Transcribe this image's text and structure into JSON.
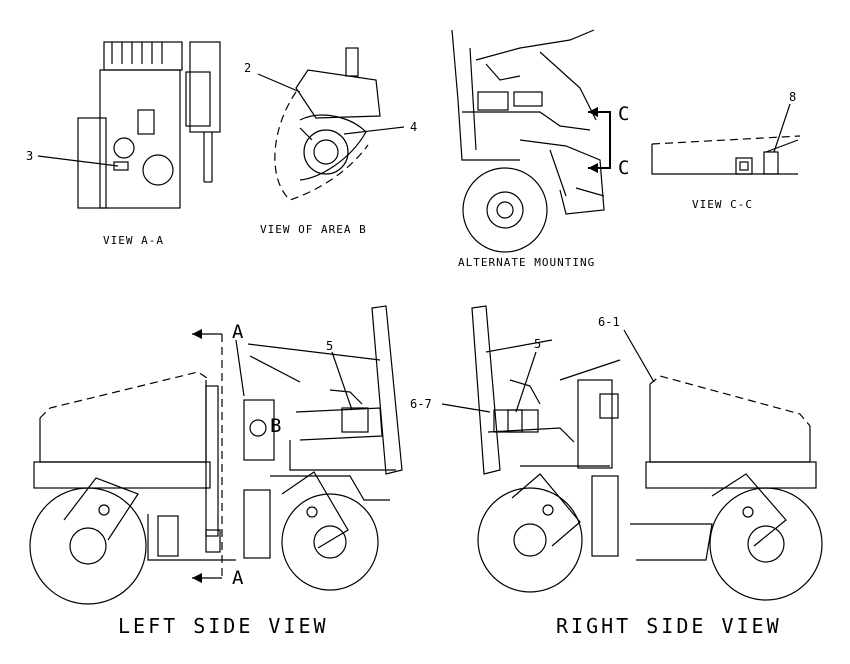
{
  "views": {
    "view_a_a": "VIEW A-A",
    "view_area_b": "VIEW OF AREA B",
    "alternate_mounting": "ALTERNATE MOUNTING",
    "view_c_c": "VIEW C-C",
    "left_side_view": "LEFT SIDE VIEW",
    "right_side_view": "RIGHT SIDE VIEW"
  },
  "callouts": {
    "c2": "2",
    "c3": "3",
    "c4": "4",
    "c5_left": "5",
    "c5_right": "5",
    "c6_1": "6-1",
    "c6_7": "6-7",
    "c8": "8"
  },
  "section_markers": {
    "a_top": "A",
    "a_bottom": "A",
    "b": "B",
    "c_top": "C",
    "c_bottom": "C"
  }
}
